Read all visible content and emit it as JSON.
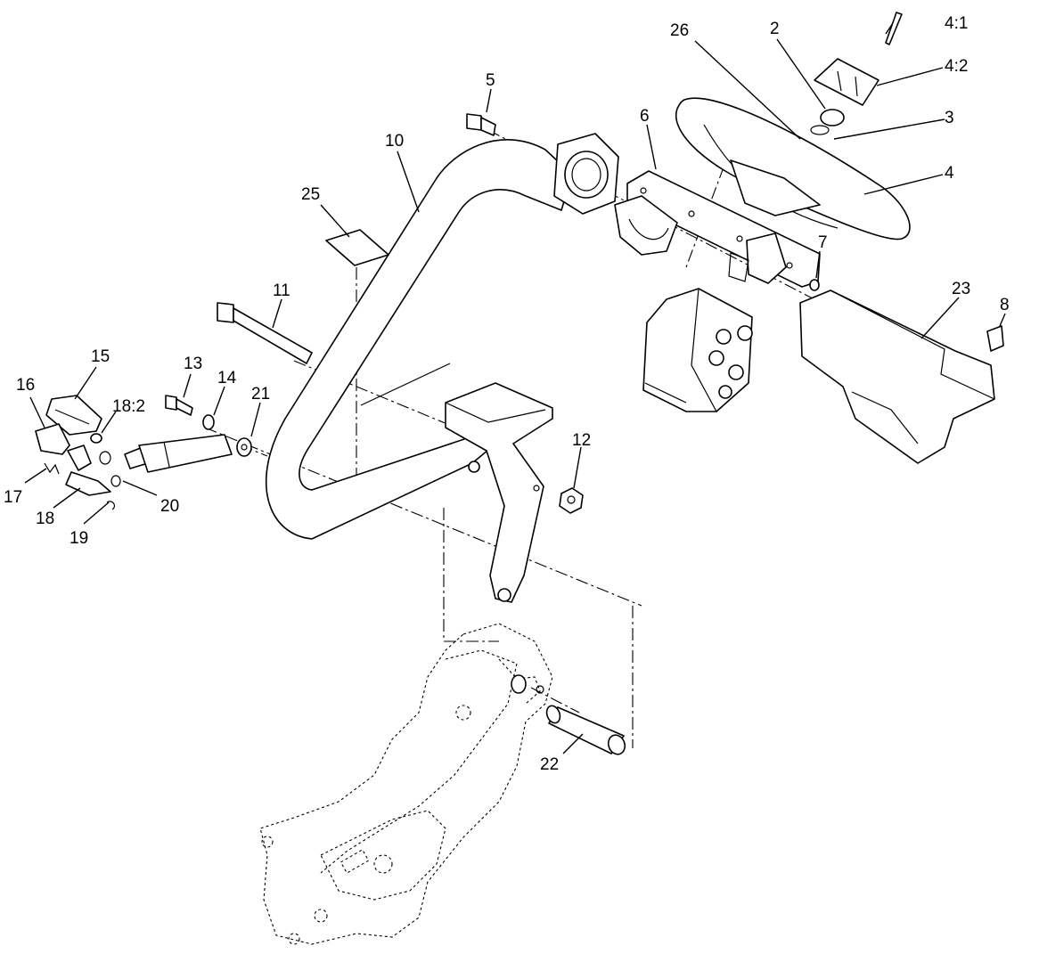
{
  "callouts": {
    "c26": "26",
    "c2": "2",
    "c4_1": "4:1",
    "c4_2": "4:2",
    "c3": "3",
    "c4": "4",
    "c5": "5",
    "c6": "6",
    "c10": "10",
    "c25": "25",
    "c7": "7",
    "c23": "23",
    "c8": "8",
    "c11": "11",
    "c15": "15",
    "c13": "13",
    "c14": "14",
    "c21": "21",
    "c16": "16",
    "c18_2": "18:2",
    "c12": "12",
    "c17": "17",
    "c20": "20",
    "c18": "18",
    "c19": "19",
    "c22": "22"
  }
}
